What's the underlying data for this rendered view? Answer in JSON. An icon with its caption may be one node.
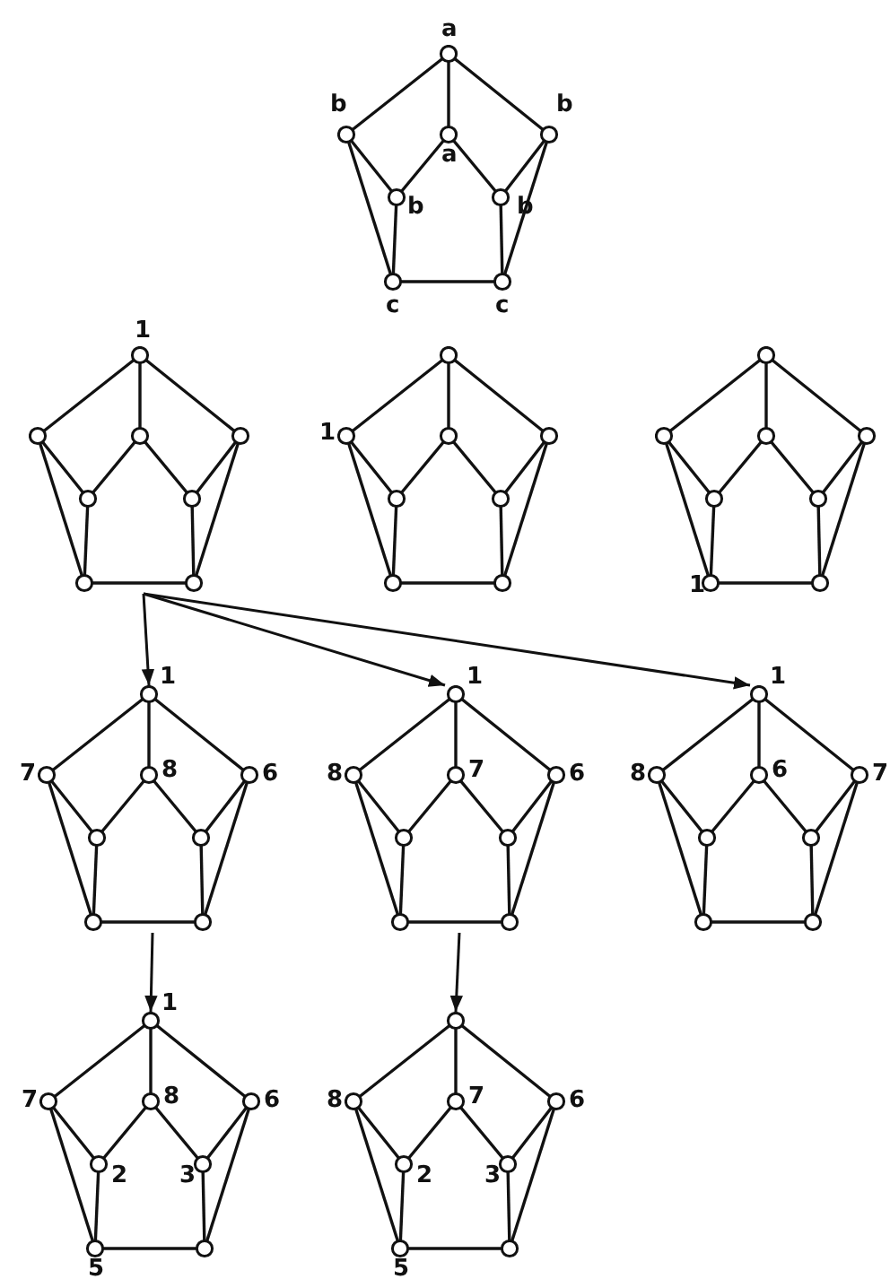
{
  "diagram": {
    "nodes": [
      {
        "text": [
          "a",
          "b",
          "b",
          "a",
          "b",
          "b",
          "c",
          "c"
        ]
      },
      {
        "text": [
          "1"
        ]
      },
      {
        "text": [
          "1"
        ]
      },
      {
        "text": [
          "1"
        ]
      },
      {
        "text": [
          "1",
          "7",
          "8",
          "6"
        ]
      },
      {
        "text": [
          "1",
          "8",
          "7",
          "6"
        ]
      },
      {
        "text": [
          "1",
          "8",
          "6",
          "7"
        ]
      },
      {
        "text": [
          "1",
          "7",
          "8",
          "6",
          "2",
          "3",
          "5"
        ]
      },
      {
        "text": [
          "8",
          "7",
          "6",
          "2",
          "3",
          "5"
        ]
      }
    ],
    "edges": [
      {
        "from": 1,
        "to": 4,
        "arrow": "to"
      },
      {
        "from": 1,
        "to": 5,
        "arrow": "to"
      },
      {
        "from": 1,
        "to": 6,
        "arrow": "to"
      },
      {
        "from": 4,
        "to": 7,
        "arrow": "to"
      },
      {
        "from": 5,
        "to": 8,
        "arrow": "to"
      }
    ]
  }
}
